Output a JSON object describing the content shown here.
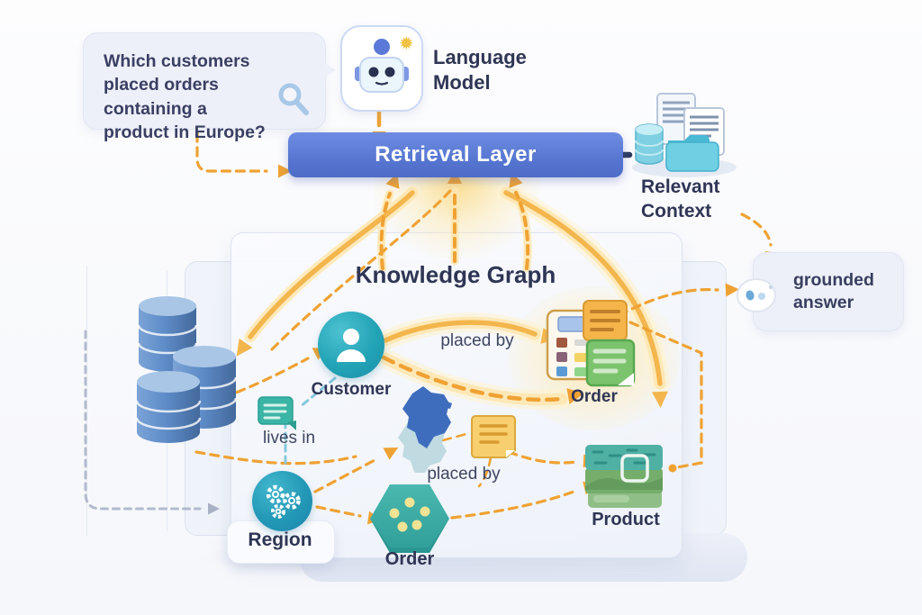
{
  "question": {
    "text": "Which customers placed orders containing a product in Europe?"
  },
  "language_model": {
    "label": "Language Model"
  },
  "retrieval": {
    "label": "Retrieval Layer"
  },
  "relevant_context": {
    "label": "Relevant Context"
  },
  "grounded_answer": {
    "label": "grounded answer"
  },
  "knowledge_graph": {
    "title": "Knowledge Graph",
    "nodes": [
      {
        "id": "customer",
        "label": "Customer",
        "icon": "person-icon",
        "color": "#23a3b6"
      },
      {
        "id": "order-card",
        "label": "Order",
        "icon": "order-documents-icon",
        "color": "#f5b54a"
      },
      {
        "id": "region",
        "label": "Region",
        "icon": "gears-icon",
        "color": "#2398b6"
      },
      {
        "id": "order-hex",
        "label": "Order",
        "icon": "hexagon-dots-icon",
        "color": "#35a69f"
      },
      {
        "id": "product",
        "label": "Product",
        "icon": "product-layers-icon",
        "color": "#5fae85"
      }
    ],
    "edges": [
      {
        "label": "placed by",
        "from": "customer",
        "to": "order-card"
      },
      {
        "label": "lives in",
        "from": "customer",
        "to": "region"
      },
      {
        "label": "placed by",
        "from": "region",
        "to": "order-hex"
      }
    ]
  },
  "icons": {
    "magnifier": "magnifier-icon",
    "robot": "robot-icon",
    "sparkle": "sparkle-icon",
    "documents_folder": "documents-folder-icon",
    "databases": "database-cylinders-icon",
    "chat_note": "chat-note-icon",
    "europe_map": "europe-map-icon",
    "sticky_note": "sticky-note-icon",
    "mini_robot": "mini-robot-face-icon"
  },
  "colors": {
    "arrow_orange": "#efa233",
    "banner_blue": "#5b7bd5",
    "navy_text": "#2e3452",
    "teal_node": "#23a3b6",
    "db_blue": "#5e8cc8",
    "glow_yellow": "#ffe7b0"
  }
}
